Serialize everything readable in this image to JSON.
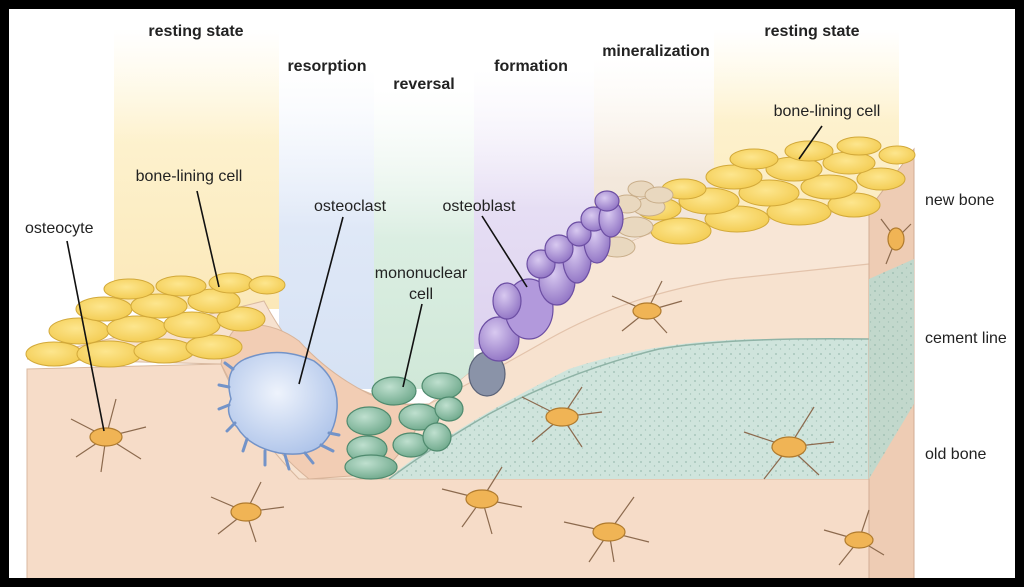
{
  "phases": {
    "resting_left": "resting state",
    "resorption": "resorption",
    "reversal": "reversal",
    "formation": "formation",
    "mineralization": "mineralization",
    "resting_right": "resting state"
  },
  "labels": {
    "bone_lining_cell_left": "bone-lining cell",
    "bone_lining_cell_right": "bone-lining cell",
    "osteocyte": "osteocyte",
    "osteoclast": "osteoclast",
    "osteoblast": "osteoblast",
    "mononuclear_line1": "mononuclear",
    "mononuclear_line2": "cell",
    "new_bone": "new bone",
    "cement_line": "cement line",
    "old_bone": "old bone"
  },
  "colors": {
    "bone": "#f6dcc8",
    "bone_side": "#eeccb4",
    "lining_cell": "#f7d774",
    "osteoclast": "#c9d9f3",
    "mononuclear": "#8fbfa6",
    "osteoblast": "#a68bd0",
    "cement_zone": "#cfe4dc",
    "osteocyte": "#f0b455"
  }
}
